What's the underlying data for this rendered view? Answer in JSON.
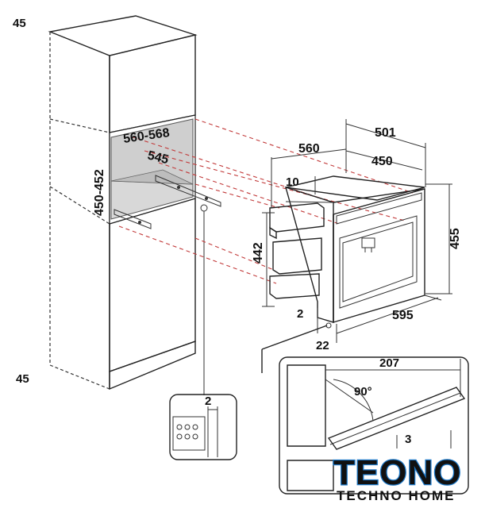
{
  "dimensions": {
    "d45_top": "45",
    "d45_bottom": "45",
    "d560_568": "560-568",
    "d545": "545",
    "d450_452": "450-452",
    "d560": "560",
    "d501": "501",
    "d450": "450",
    "d10": "10",
    "d442": "442",
    "d455": "455",
    "d2_right": "2",
    "d595": "595",
    "d22": "22",
    "d2_detail": "2",
    "d207": "207",
    "d90": "90°",
    "d3": "3"
  },
  "logo": {
    "main": "TEONO",
    "sub": "TECHNO HOME"
  },
  "colors": {
    "cabinet_line": "#222222",
    "niche_fill": "#cfcfcf",
    "red_dash": "#c23a3a",
    "logo_blue": "#1c78c8",
    "logo_dark": "#1a1a1a"
  }
}
